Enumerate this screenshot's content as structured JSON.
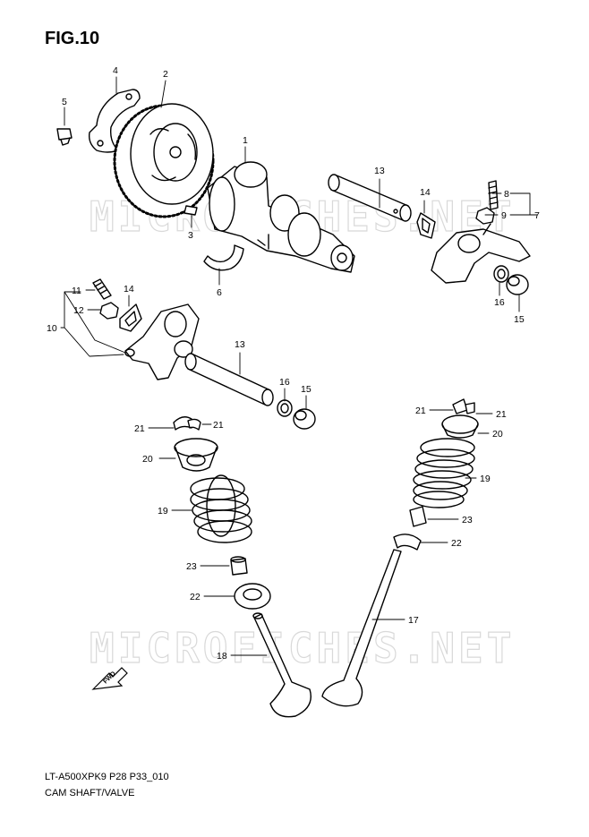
{
  "figure": {
    "title": "FIG.10",
    "model_code": "LT-A500XPK9 P28 P33_010",
    "caption": "CAM SHAFT/VALVE"
  },
  "watermark": "MICROFICHES.NET",
  "forward_marker": "FWD",
  "callouts": {
    "c1": "1",
    "c2": "2",
    "c3": "3",
    "c4": "4",
    "c5": "5",
    "c6": "6",
    "c7": "7",
    "c8": "8",
    "c9": "9",
    "c10": "10",
    "c11": "11",
    "c12": "12",
    "c13a": "13",
    "c13b": "13",
    "c14a": "14",
    "c14b": "14",
    "c15a": "15",
    "c15b": "15",
    "c16a": "16",
    "c16b": "16",
    "c17": "17",
    "c18": "18",
    "c19a": "19",
    "c19b": "19",
    "c20a": "20",
    "c20b": "20",
    "c21a": "21",
    "c21b": "21",
    "c21c": "21",
    "c21d": "21",
    "c22a": "22",
    "c22b": "22",
    "c23a": "23",
    "c23b": "23"
  }
}
